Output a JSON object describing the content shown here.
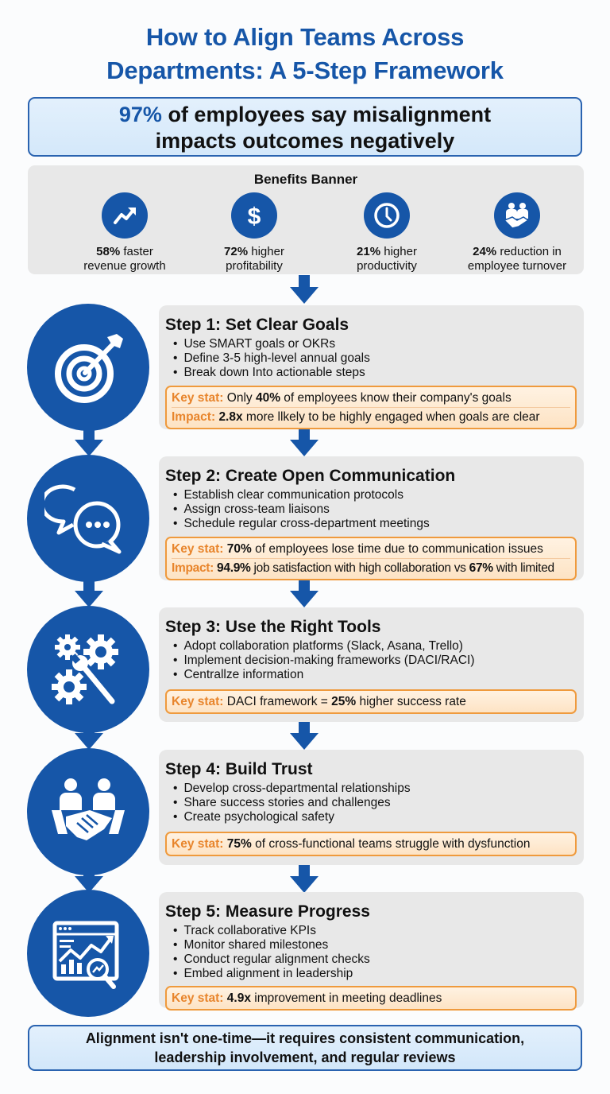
{
  "title": {
    "line1": "How to Align Teams Across",
    "line2": "Departments: A 5-Step Framework"
  },
  "headline_stat": {
    "highlight": "97%",
    "line1_rest": " of employees say misalignment",
    "line2": "impacts outcomes negatively",
    "accent_color": "#1656a8"
  },
  "benefits": {
    "title": "Benefits Banner",
    "items": [
      {
        "icon": "trend-up-icon",
        "value": "58%",
        "line1_rest": " faster",
        "line2": "revenue growth"
      },
      {
        "icon": "dollar-icon",
        "value": "72%",
        "line1_rest": " higher",
        "line2": "profitability"
      },
      {
        "icon": "clock-icon",
        "value": "21%",
        "line1_rest": " higher",
        "line2": "productivity"
      },
      {
        "icon": "team-handshake-icon",
        "value": "24%",
        "line1_rest": " reduction in",
        "line2": "employee turnover"
      }
    ]
  },
  "steps": [
    {
      "title": "Step 1: Set Clear Goals",
      "icon": "target-icon",
      "bullets": [
        "Use SMART goals or OKRs",
        "Define 3-5 high-level annual goals",
        "Break down Into actionable steps"
      ],
      "key_stat": {
        "label": "Key stat:",
        "pre": " Only ",
        "bold": "40%",
        "post": " of employees know their company's goals"
      },
      "impact": {
        "label": "Impact:",
        "pre": " ",
        "bold": "2.8x",
        "post": " more llkely to be highly engaged when goals are clear"
      }
    },
    {
      "title": "Step 2: Create Open Communication",
      "icon": "chat-bubbles-icon",
      "bullets": [
        "Establish clear communication protocols",
        "Assign cross-team liaisons",
        "Schedule regular cross-department meetings"
      ],
      "key_stat": {
        "label": "Key stat:",
        "pre": " ",
        "bold": "70%",
        "post": " of employees lose time due to communication issues"
      },
      "impact": {
        "label": "Impact:",
        "pre": " ",
        "bold": "94.9%",
        "post": " job satisfaction with high collaboration vs ",
        "bold2": "67%",
        "post2": " with limited"
      }
    },
    {
      "title": "Step 3: Use the Right Tools",
      "icon": "gears-wrench-icon",
      "bullets": [
        "Adopt collaboration platforms (Slack, Asana, Trello)",
        "Implement decision-making frameworks (DACI/RACI)",
        "Centrallze information"
      ],
      "key_stat": {
        "label": "Key stat:",
        "pre": " DACI framework = ",
        "bold": "25%",
        "post": " higher success rate"
      }
    },
    {
      "title": "Step 4: Build Trust",
      "icon": "handshake-icon",
      "bullets": [
        "Develop cross-departmental relationships",
        "Share success stories and challenges",
        "Create psychological safety"
      ],
      "key_stat": {
        "label": "Key stat:",
        "pre": " ",
        "bold": "75%",
        "post": " of cross-functional teams struggle with dysfunction"
      }
    },
    {
      "title": "Step 5: Measure Progress",
      "icon": "analytics-dashboard-icon",
      "bullets": [
        "Track collaborative KPIs",
        "Monitor shared milestones",
        "Conduct regular alignment checks",
        "Embed alignment in leadership"
      ],
      "key_stat": {
        "label": "Key stat:",
        "pre": " ",
        "bold": "4.9x",
        "post": " improvement in meeting deadlines"
      }
    }
  ],
  "footer": {
    "line1": "Alignment isn't one-time—it requires consistent communication,",
    "line2": "leadership involvement, and regular reviews"
  },
  "colors": {
    "primary_blue": "#1656a8",
    "card_gray": "#e8e8e8",
    "stat_orange": "#e8852c",
    "stat_border": "#ef9a3d"
  }
}
